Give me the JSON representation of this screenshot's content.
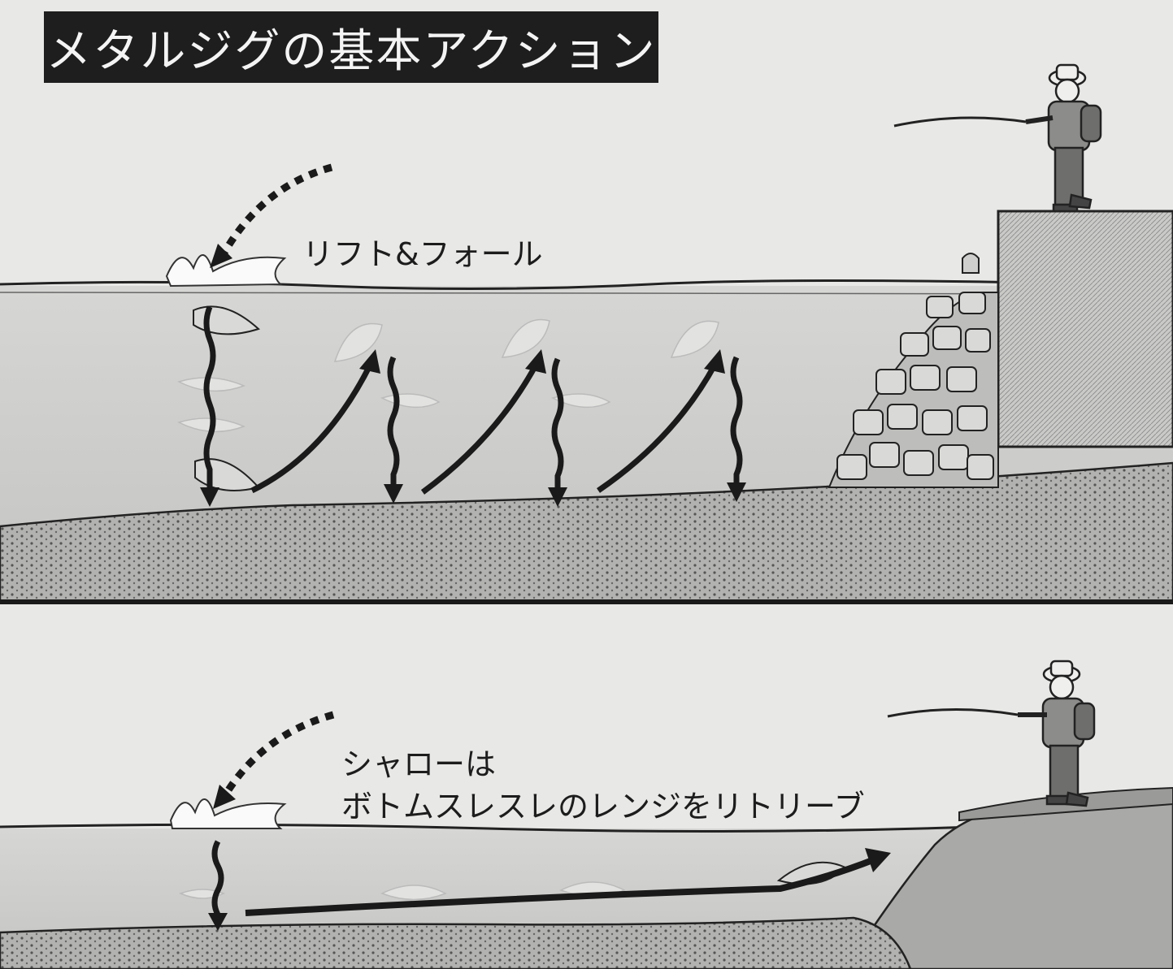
{
  "title": "メタルジグの基本アクション",
  "panel_top": {
    "caption": "リフト&フォール"
  },
  "panel_bottom": {
    "caption_line1": "シャローは",
    "caption_line2": "ボトムスレスレのレンジをリトリーブ"
  },
  "colors": {
    "title_bg": "#1e1e1e",
    "title_text": "#f4f4f4",
    "sky": "#e8e8e6",
    "water": "#cfcfcd",
    "seabed": "#b4b4b2",
    "arrow": "#1a1a1a"
  },
  "icons": [
    "angler-icon",
    "metal-jig-icon",
    "splash-icon",
    "tetrapod-icon",
    "fish-ghost-icon"
  ]
}
